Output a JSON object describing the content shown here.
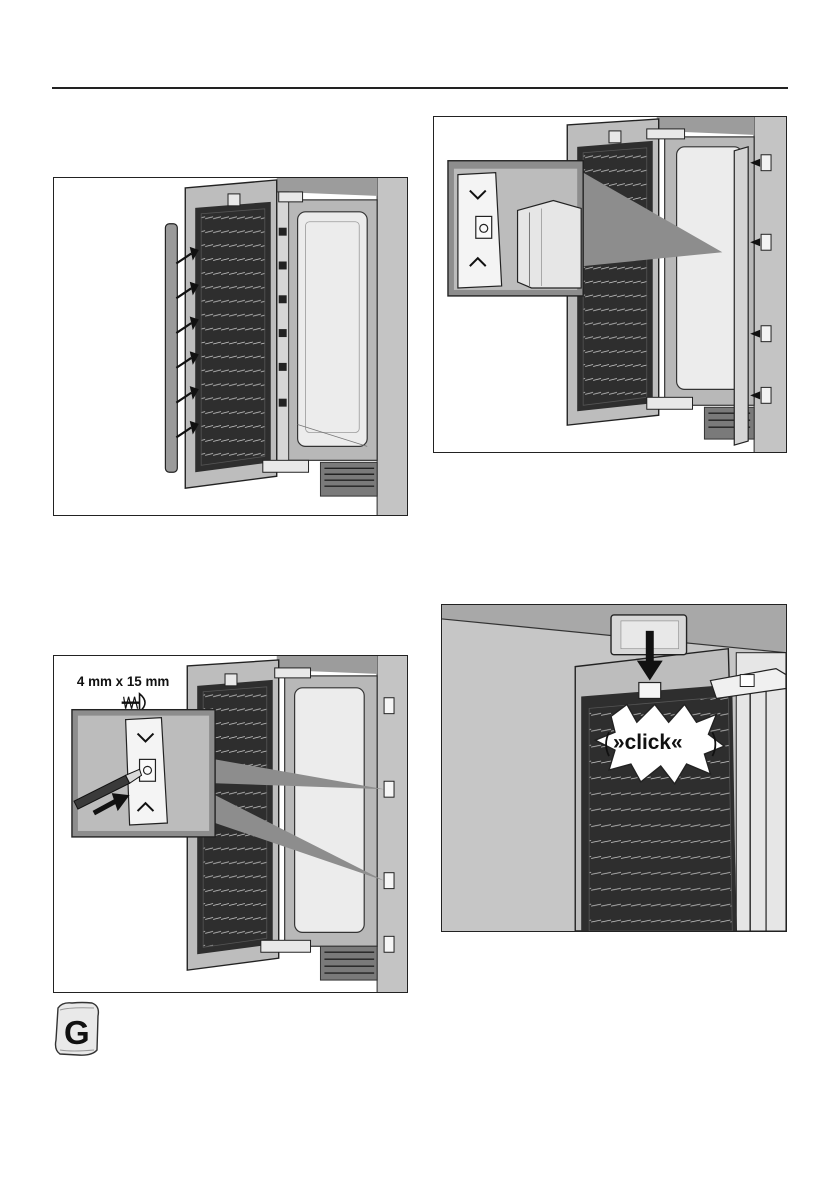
{
  "figures": {
    "screw_spec": "4 mm x 15 mm",
    "click_sound": "»click«",
    "bag_letter": "G"
  },
  "icons": {
    "arrow_up": "chevron-up-icon",
    "arrow_down": "chevron-down-icon",
    "bag": "accessory-bag-icon"
  }
}
